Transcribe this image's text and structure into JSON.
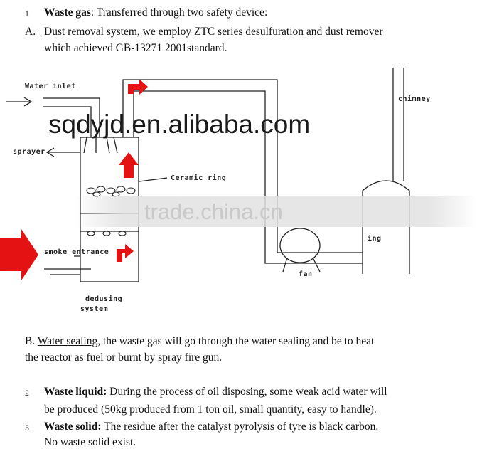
{
  "section1": {
    "number": "1",
    "heading": "Waste gas",
    "text": ": Transferred through two safety device:"
  },
  "itemA": {
    "prefix": "A.",
    "link": "Dust removal system",
    "text1": ", we employ ZTC series desulfuration and dust remover",
    "text2": "which achieved GB-13271 2001standard."
  },
  "diagram": {
    "labels": {
      "water_inlet": "Water inlet",
      "sprayer": "sprayer",
      "ceramic_ring": "Ceramic ring",
      "smoke_entrance": "smoke entrance",
      "dedusting_line1": "dedusing",
      "dedusting_line2": "system",
      "chimney": "chimney",
      "fan": "fan",
      "sealing_partial": "ing"
    },
    "watermarks": {
      "site1": "sqdyjd.en.alibaba.com",
      "site2": "trade.china.cn"
    },
    "colors": {
      "arrow": "#e41212",
      "line": "#222222"
    }
  },
  "itemB": {
    "prefix": "B.",
    "link": "Water sealing",
    "text1": ", the waste gas will go through the water sealing and be to heat",
    "text2": "the reactor as fuel or burnt by spray fire gun."
  },
  "section2": {
    "number": "2",
    "heading": "Waste liquid:",
    "text1": " During the process of oil disposing, some weak acid water will",
    "text2": "be produced (50kg produced from 1 ton oil, small quantity, easy to handle)."
  },
  "section3": {
    "number": "3",
    "heading": "Waste solid:",
    "text1": " The residue after the catalyst pyrolysis of tyre is black carbon.",
    "text2": "No waste solid exist."
  }
}
